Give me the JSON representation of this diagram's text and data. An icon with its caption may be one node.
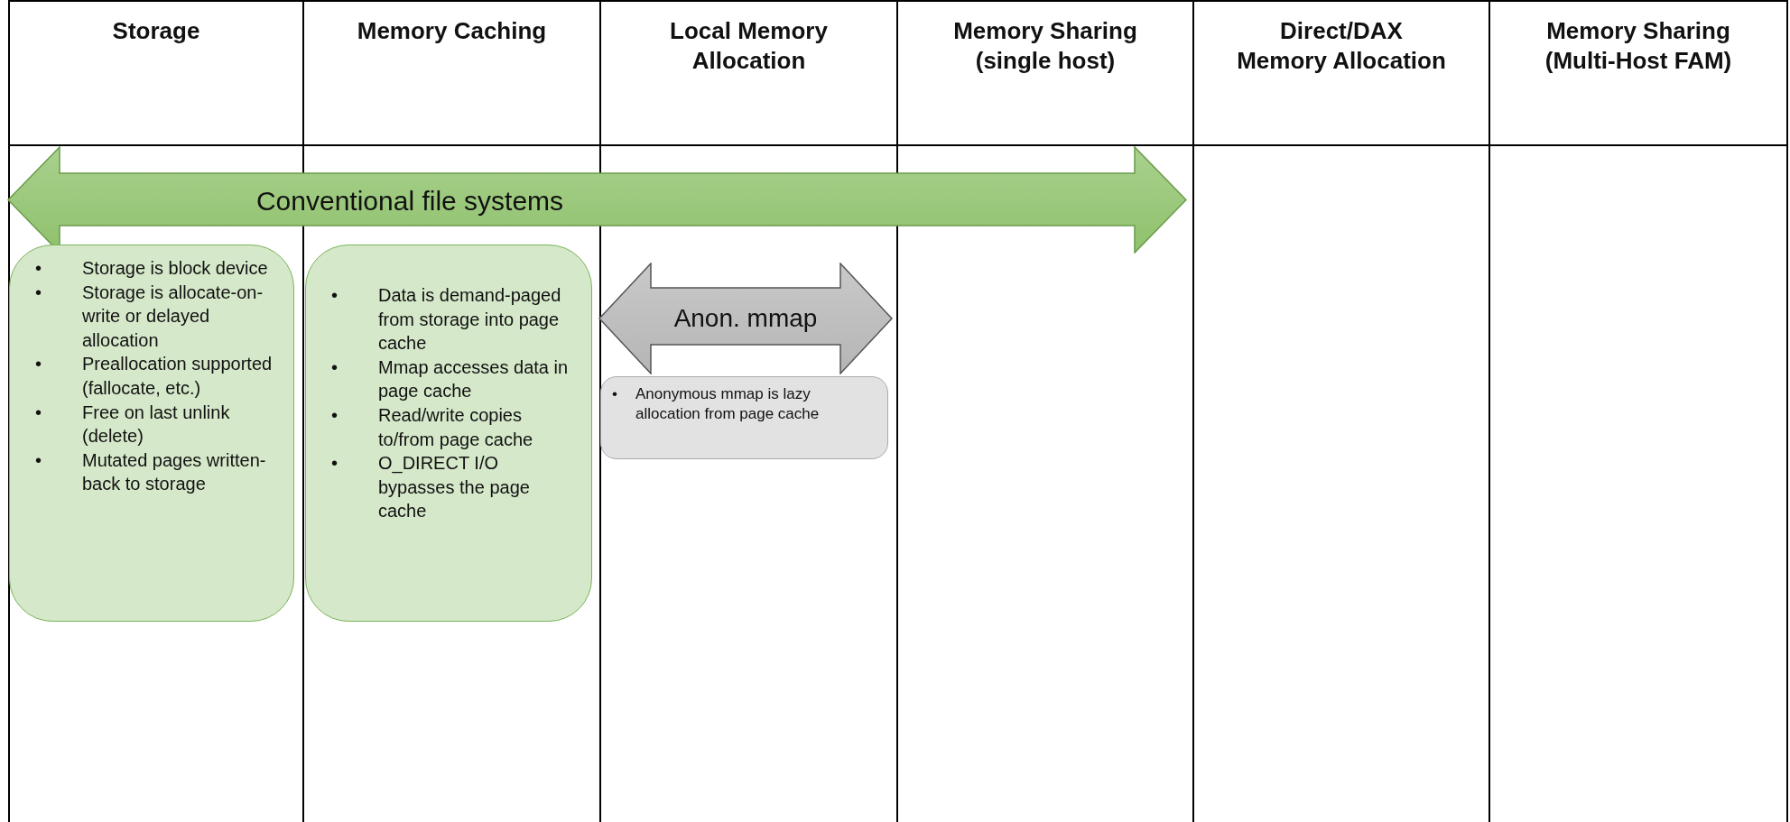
{
  "diagram": {
    "nodes": [
      {
        "text": [
          "Conventional file systems"
        ]
      },
      {
        "text": [
          "• Storage is block device",
          "• Storage is allocate-on-write or delayed allocation",
          "• Preallocation supported (fallocate, etc.)",
          "• Free on last unlink (delete)",
          "• Mutated pages written-back to storage"
        ]
      },
      {
        "text": [
          "• Data is demand-paged from storage into page cache",
          "• Mmap accesses data in page cache",
          "• Read/write copies to/from page cache",
          "• O_DIRECT I/O bypasses the page cache"
        ]
      },
      {
        "text": [
          "Anon. mmap"
        ]
      },
      {
        "text": [
          "• Anonymous mmap is lazy allocation from page cache"
        ]
      }
    ],
    "labels": [
      "Storage",
      "Memory Caching",
      "Local Memory Allocation",
      "Memory Sharing (single host)",
      "Direct/DAX Memory Allocation",
      "Memory Sharing (Multi-Host FAM)"
    ]
  }
}
